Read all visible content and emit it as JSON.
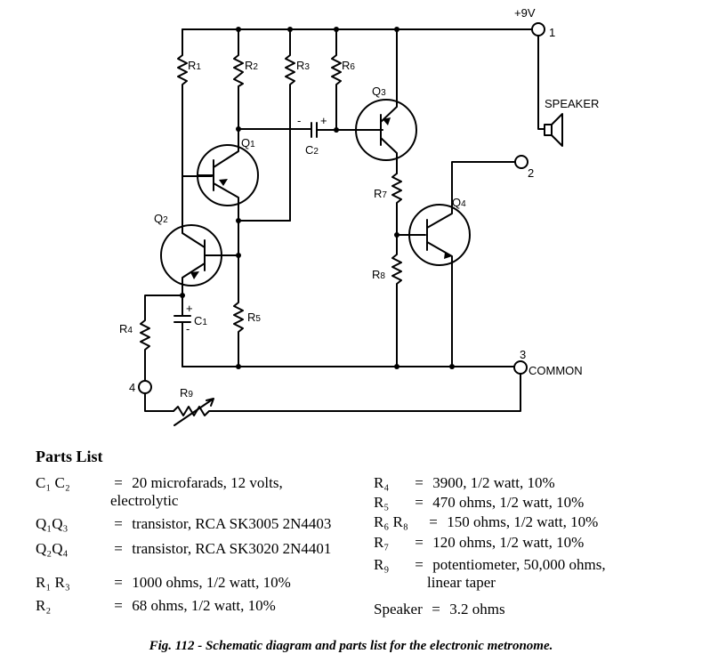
{
  "diagram": {
    "supply_label": "+9V",
    "terminal_1": "1",
    "terminal_2": "2",
    "terminal_3": "3",
    "terminal_4": "4",
    "speaker_label": "SPEAKER",
    "common_label": "COMMON",
    "R1": "R",
    "R1_sub": "1",
    "R2": "R",
    "R2_sub": "2",
    "R3": "R",
    "R3_sub": "3",
    "R4": "R",
    "R4_sub": "4",
    "R5": "R",
    "R5_sub": "5",
    "R6": "R",
    "R6_sub": "6",
    "R7": "R",
    "R7_sub": "7",
    "R8": "R",
    "R8_sub": "8",
    "R9": "R",
    "R9_sub": "9",
    "Q1": "Q",
    "Q1_sub": "1",
    "Q2": "Q",
    "Q2_sub": "2",
    "Q3": "Q",
    "Q3_sub": "3",
    "Q4": "Q",
    "Q4_sub": "4",
    "C1": "C",
    "C1_sub": "1",
    "C2": "C",
    "C2_sub": "2",
    "plus": "+",
    "minus": "-"
  },
  "parts_list": {
    "title": "Parts List",
    "left": [
      {
        "symbol": "C₁ C₂",
        "eq": "=",
        "desc": "20 microfarads, 12 volts,",
        "cont": "electrolytic"
      },
      {
        "symbol": "Q₁Q₃",
        "eq": "=",
        "desc": "transistor, RCA SK3005 2N4403",
        "cont": ""
      },
      {
        "symbol": "Q₂Q₄",
        "eq": "=",
        "desc": "transistor, RCA SK3020 2N4401",
        "cont": ""
      },
      {
        "symbol": "R₁ R₃",
        "eq": "=",
        "desc": "1000 ohms, 1/2 watt, 10%",
        "cont": ""
      },
      {
        "symbol": "R₂",
        "eq": "=",
        "desc": "68 ohms, 1/2 watt, 10%",
        "cont": ""
      }
    ],
    "right": [
      {
        "symbol": "R₄",
        "eq": "=",
        "desc": "3900, 1/2 watt, 10%",
        "cont": ""
      },
      {
        "symbol": "R₅",
        "eq": "=",
        "desc": "470 ohms, 1/2 watt, 10%",
        "cont": ""
      },
      {
        "symbol": "R₆ R₈",
        "eq": "=",
        "desc": "150 ohms, 1/2 watt, 10%",
        "cont": ""
      },
      {
        "symbol": "R₇",
        "eq": "=",
        "desc": "120 ohms, 1/2 watt, 10%",
        "cont": ""
      },
      {
        "symbol": "R₉",
        "eq": "=",
        "desc": "potentiometer, 50,000 ohms,",
        "cont": "linear taper"
      },
      {
        "symbol": "Speaker",
        "eq": "=",
        "desc": "3.2 ohms",
        "cont": ""
      }
    ]
  },
  "caption": {
    "fig": "Fig. 112 - ",
    "text": "Schematic diagram and parts list for the electronic metronome."
  }
}
